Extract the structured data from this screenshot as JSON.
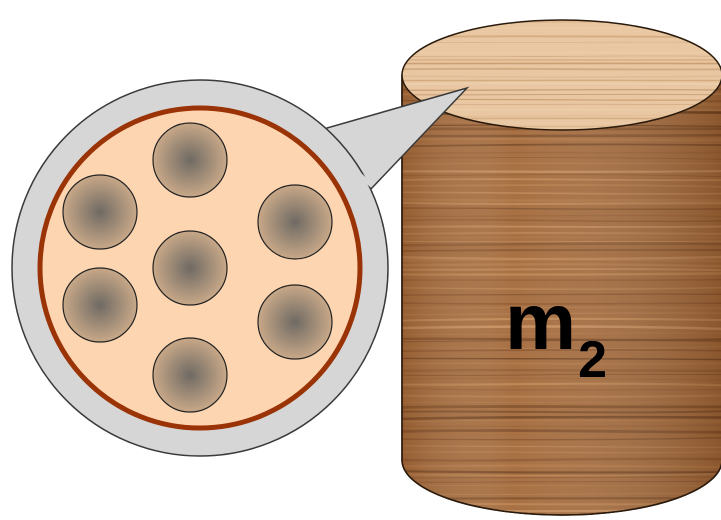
{
  "label": {
    "base": "m",
    "subscript": "2"
  },
  "colors": {
    "wood_body": "#a3693a",
    "wood_top": "#e8c7a2",
    "bubble_fill": "#d6d6d6",
    "cross_section_fill": "#fdd5b1",
    "cross_section_rim": "#9a3306",
    "fiber_center": "#6f6a63",
    "fiber_edge": "#c8a888"
  },
  "cross_section": {
    "fiber_count": 7
  }
}
